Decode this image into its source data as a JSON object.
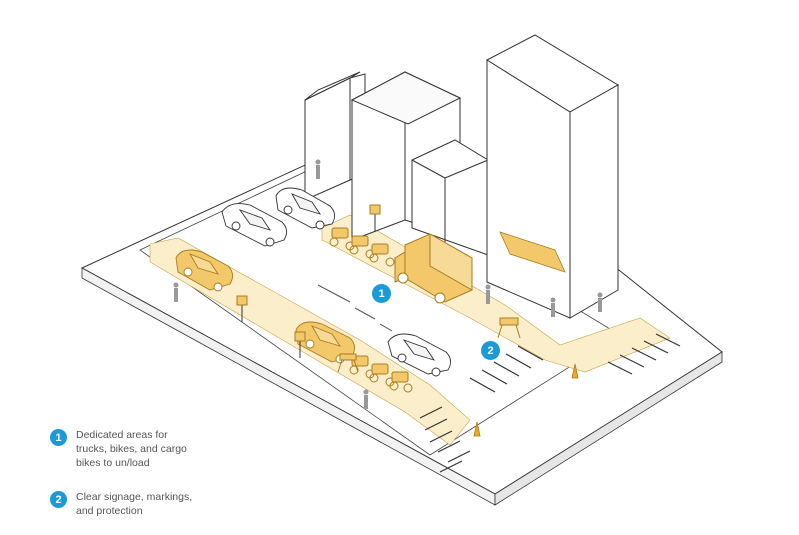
{
  "markers": [
    {
      "number": "1"
    },
    {
      "number": "2"
    }
  ],
  "legend": [
    {
      "number": "1",
      "text": "Dedicated areas for\ntrucks, bikes, and cargo\nbikes to un/load"
    },
    {
      "number": "2",
      "text": "Clear signage, markings,\nand protection"
    }
  ],
  "colors": {
    "highlight_zone": "#fbeecb",
    "vehicle_yellow": "#f2c86b",
    "vehicle_outline": "#a77d1f",
    "badge_blue": "#1a9bd7",
    "line": "#333333"
  }
}
